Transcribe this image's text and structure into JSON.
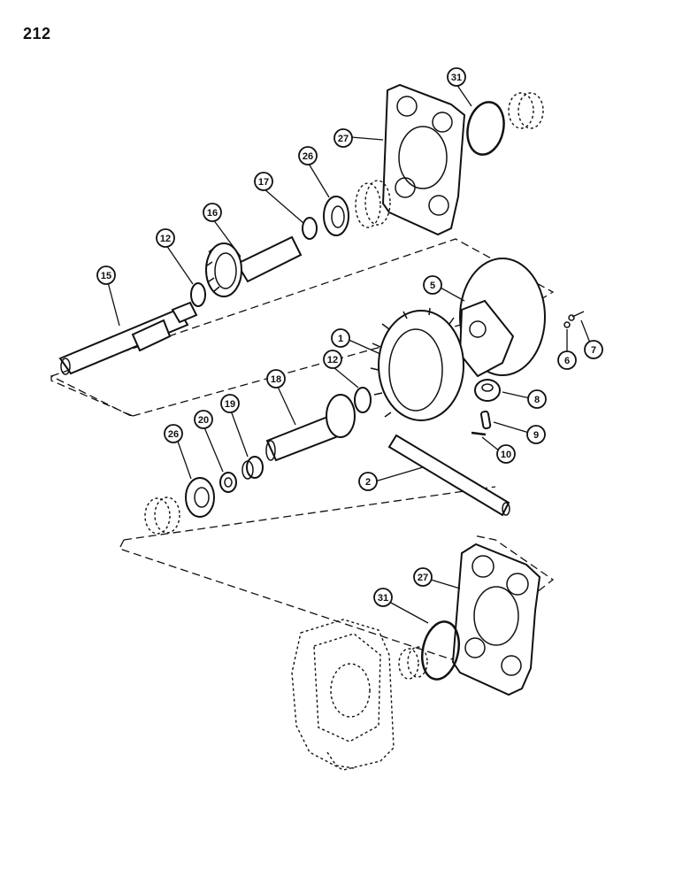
{
  "page": {
    "number": "212"
  },
  "callouts": [
    {
      "id": "c31a",
      "label": "31"
    },
    {
      "id": "c27a",
      "label": "27"
    },
    {
      "id": "c26a",
      "label": "26"
    },
    {
      "id": "c17",
      "label": "17"
    },
    {
      "id": "c16",
      "label": "16"
    },
    {
      "id": "c12a",
      "label": "12"
    },
    {
      "id": "c15",
      "label": "15"
    },
    {
      "id": "c5",
      "label": "5"
    },
    {
      "id": "c1",
      "label": "1"
    },
    {
      "id": "c12b",
      "label": "12"
    },
    {
      "id": "c18",
      "label": "18"
    },
    {
      "id": "c6",
      "label": "6"
    },
    {
      "id": "c7",
      "label": "7"
    },
    {
      "id": "c8",
      "label": "8"
    },
    {
      "id": "c9",
      "label": "9"
    },
    {
      "id": "c10",
      "label": "10"
    },
    {
      "id": "c20",
      "label": "20"
    },
    {
      "id": "c19",
      "label": "19"
    },
    {
      "id": "c26b",
      "label": "26"
    },
    {
      "id": "c2",
      "label": "2"
    },
    {
      "id": "c27b",
      "label": "27"
    },
    {
      "id": "c31b",
      "label": "31"
    }
  ]
}
